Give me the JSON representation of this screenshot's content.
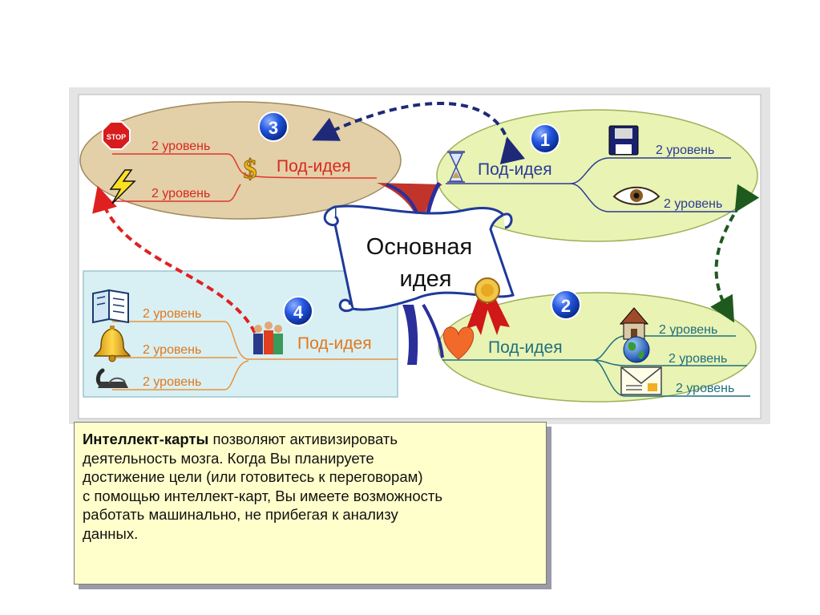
{
  "center": {
    "line1": "Основная",
    "line2": "идея"
  },
  "nodes": [
    {
      "id": "1",
      "badge": "1",
      "label": "Под-идея",
      "level_labels": [
        "2 уровень",
        "2 уровень"
      ],
      "label_color": "#2b3a9a",
      "branch_color": "#2b3a9a",
      "fill": "#e9f3b3"
    },
    {
      "id": "2",
      "badge": "2",
      "label": "Под-идея",
      "level_labels": [
        "2 уровень",
        "2 уровень",
        "2 уровень"
      ],
      "label_color": "#1f6f7f",
      "branch_color": "#1f6f7f",
      "fill": "#e9f3b3"
    },
    {
      "id": "3",
      "badge": "3",
      "label": "Под-идея",
      "level_labels": [
        "2 уровень",
        "2 уровень"
      ],
      "label_color": "#d9281f",
      "branch_color": "#e0362a",
      "fill": "#e3cfa8"
    },
    {
      "id": "4",
      "badge": "4",
      "label": "Под-идея",
      "level_labels": [
        "2 уровень",
        "2 уровень",
        "2 уровень"
      ],
      "label_color": "#e2771c",
      "branch_color": "#e8923a",
      "fill": "#d8f0f4"
    }
  ],
  "icons": {
    "node1": [
      "hourglass-icon",
      "floppy-disk-icon",
      "eye-icon"
    ],
    "node2": [
      "heart-icon",
      "house-icon",
      "globe-icon",
      "envelope-icon"
    ],
    "node3": [
      "stop-sign-icon",
      "lightning-icon",
      "dollar-sign-icon"
    ],
    "node4": [
      "book-icon",
      "bell-icon",
      "telephone-icon",
      "people-icon"
    ],
    "center": [
      "ribbon-medal-icon"
    ]
  },
  "arrows": [
    {
      "from": "1",
      "to": "3",
      "color": "#1e2a78",
      "style": "dashed"
    },
    {
      "from": "1",
      "to": "2",
      "color": "#1e5a1e",
      "style": "dashed"
    },
    {
      "from": "4",
      "to": "3",
      "color": "#e02020",
      "style": "dashed"
    }
  ],
  "caption": {
    "bold": "Интеллект-карты",
    "rest_first_line": " позволяют активизировать",
    "lines": [
      "деятельность мозга. Когда Вы планируете",
      "достижение цели (или готовитесь к переговорам)",
      "с помощью интеллект-карт, Вы имеете возможность",
      "работать машинально, не прибегая к анализу",
      "данных."
    ]
  }
}
